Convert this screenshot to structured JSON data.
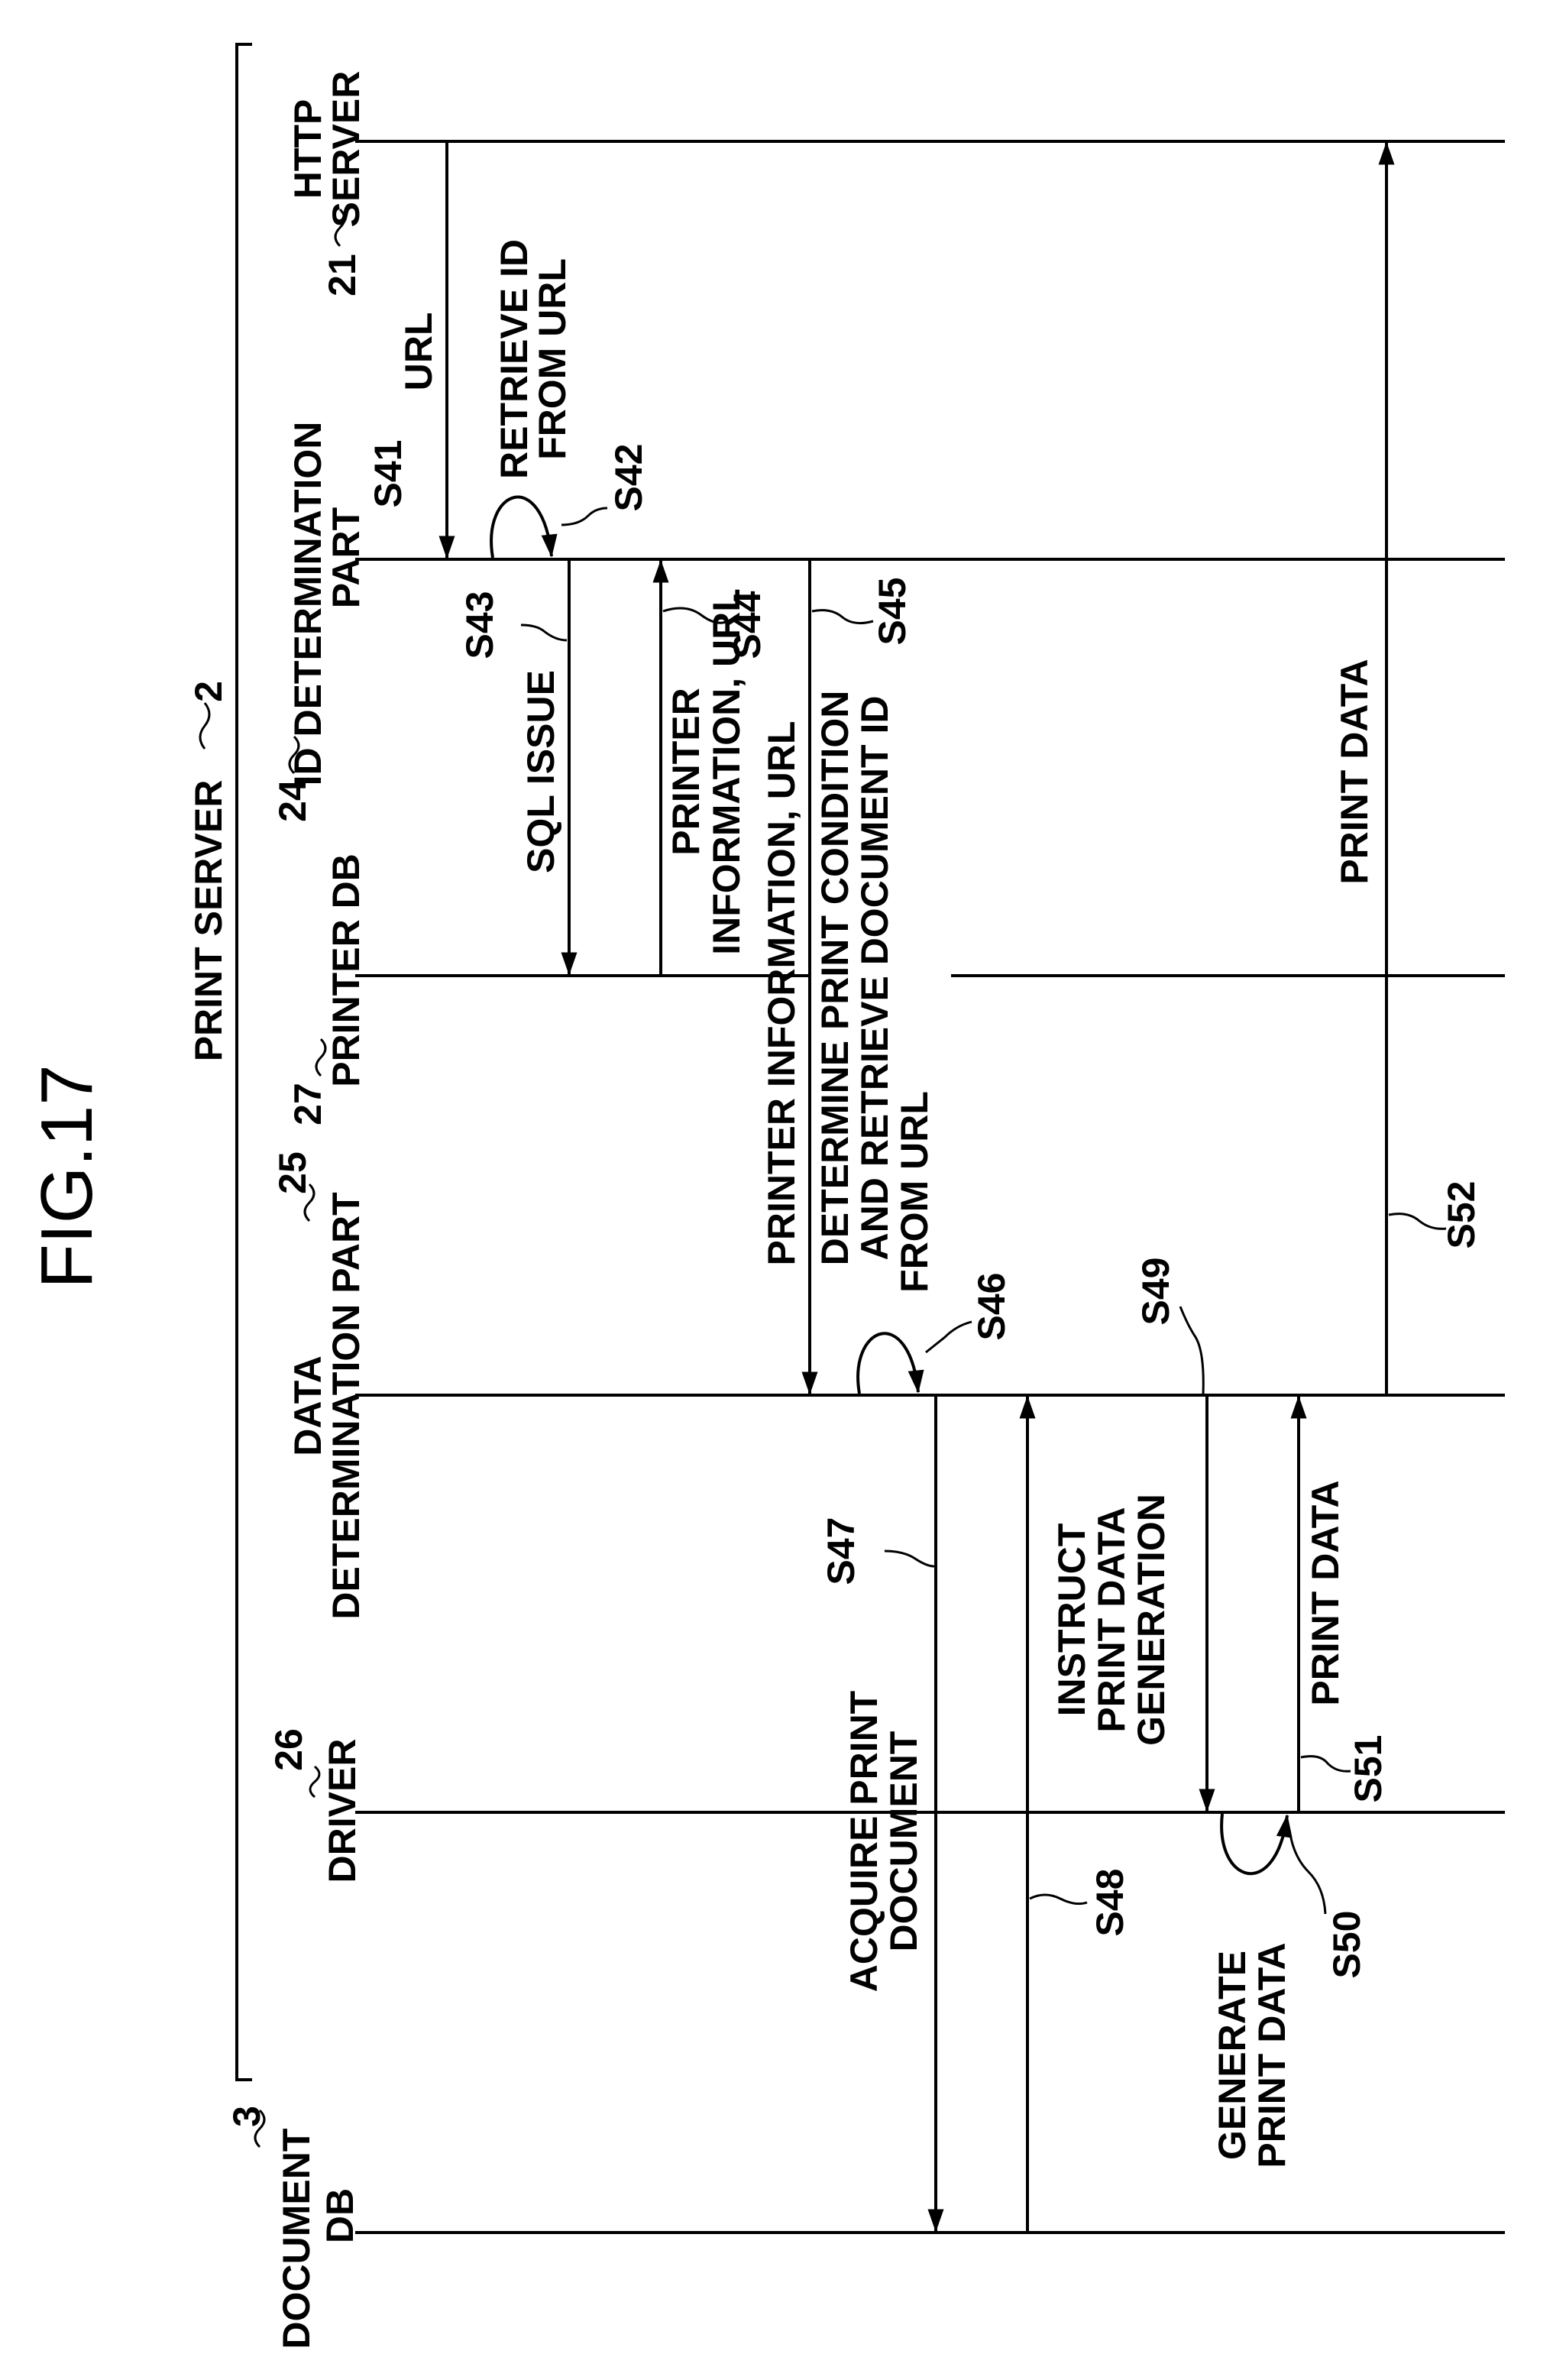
{
  "figure": {
    "title": "FIG.17",
    "group_label": "PRINT SERVER",
    "group_ref": "2"
  },
  "lanes": {
    "http_server": {
      "ref": "21",
      "name_1": "HTTP",
      "name_2": "SERVER"
    },
    "id_determination": {
      "ref": "24",
      "name_1": "ID DETERMINATION",
      "name_2": "PART"
    },
    "printer_db": {
      "ref": "27",
      "name_1": "PRINTER DB"
    },
    "data_determination": {
      "ref": "25",
      "name_1": "DATA",
      "name_2": "DETERMINATION PART"
    },
    "driver": {
      "ref": "26",
      "name_1": "DRIVER"
    },
    "document_db": {
      "ref": "3",
      "name_1": "DOCUMENT",
      "name_2": "DB"
    }
  },
  "steps": {
    "s41": {
      "id": "S41",
      "label": "URL"
    },
    "s42": {
      "id": "S42",
      "label_1": "RETRIEVE ID",
      "label_2": "FROM URL"
    },
    "s43": {
      "id": "S43",
      "label": "SQL ISSUE"
    },
    "s44": {
      "id": "S44",
      "label_1": "PRINTER",
      "label_2": "INFORMATION, URL"
    },
    "s45": {
      "id": "S45",
      "label": "PRINTER INFORMATION, URL"
    },
    "s46": {
      "id": "S46",
      "label_1": "DETERMINE PRINT CONDITION",
      "label_2": "AND RETRIEVE DOCUMENT ID",
      "label_3": "FROM URL"
    },
    "s47": {
      "id": "S47",
      "label_1": "ACQUIRE PRINT",
      "label_2": "DOCUMENT"
    },
    "s48": {
      "id": "S48"
    },
    "s49": {
      "id": "S49",
      "label_1": "INSTRUCT",
      "label_2": "PRINT DATA",
      "label_3": "GENERATION"
    },
    "s50": {
      "id": "S50",
      "label_1": "GENERATE",
      "label_2": "PRINT DATA"
    },
    "s51": {
      "id": "S51",
      "label": "PRINT DATA"
    },
    "s52": {
      "id": "S52",
      "label": "PRINT DATA"
    }
  }
}
